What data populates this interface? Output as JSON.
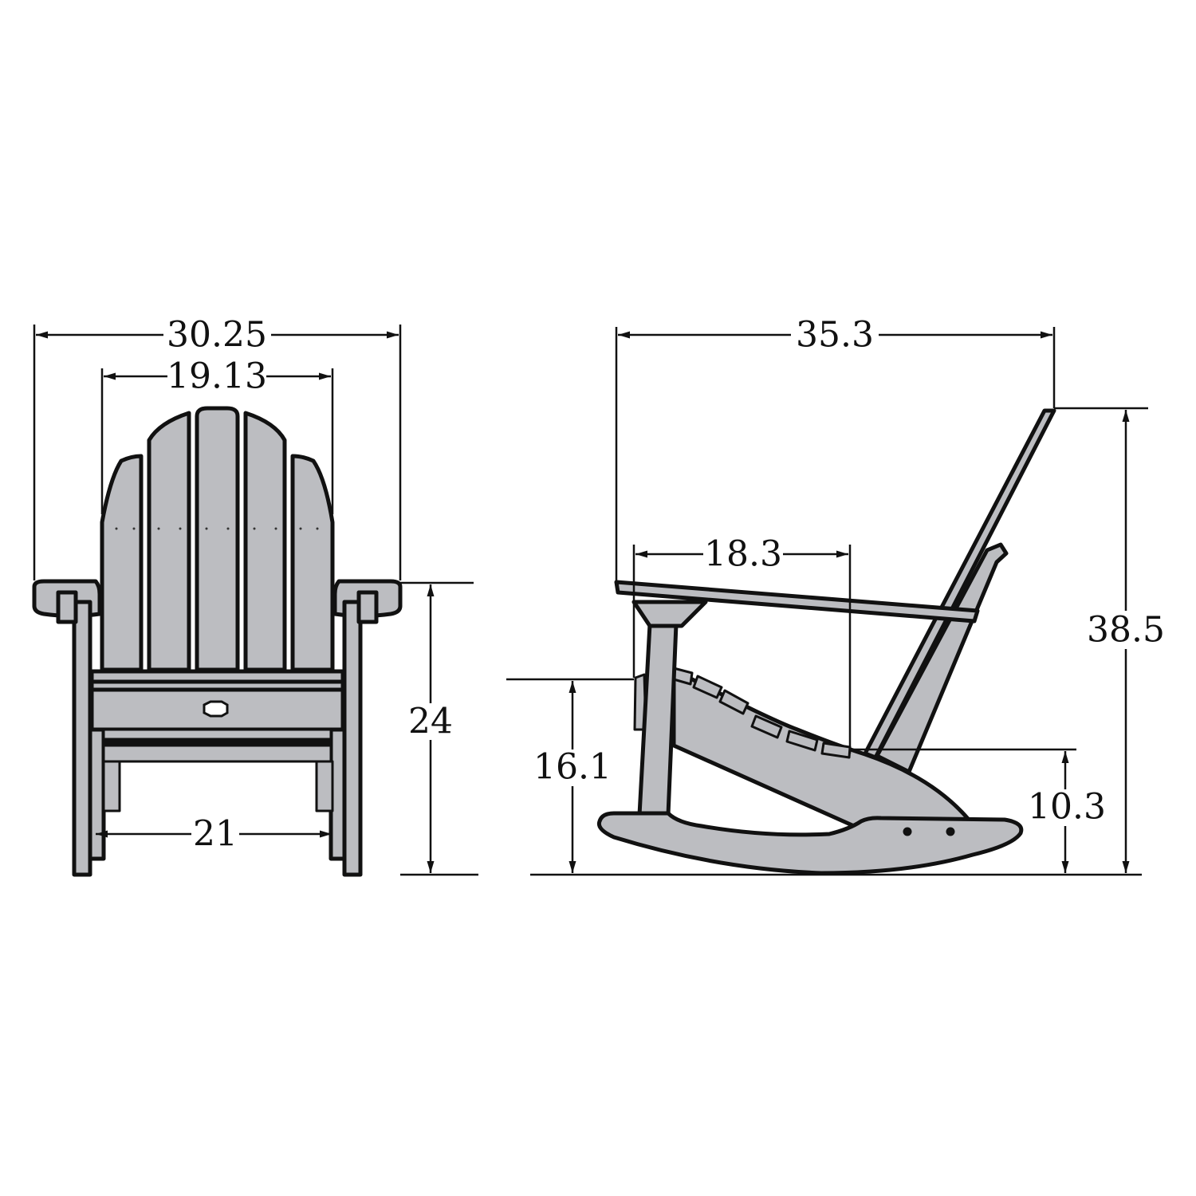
{
  "colors": {
    "fill": "#bcbdc1",
    "line": "#111111",
    "background": "#ffffff"
  },
  "front_view": {
    "overall_width": "30.25",
    "back_width": "19.13",
    "rocker_spacing": "21",
    "arm_height": "24"
  },
  "side_view": {
    "overall_depth": "35.3",
    "seat_depth": "18.3",
    "seat_front_height": "16.1",
    "seat_rear_height": "10.3",
    "overall_height": "38.5"
  }
}
